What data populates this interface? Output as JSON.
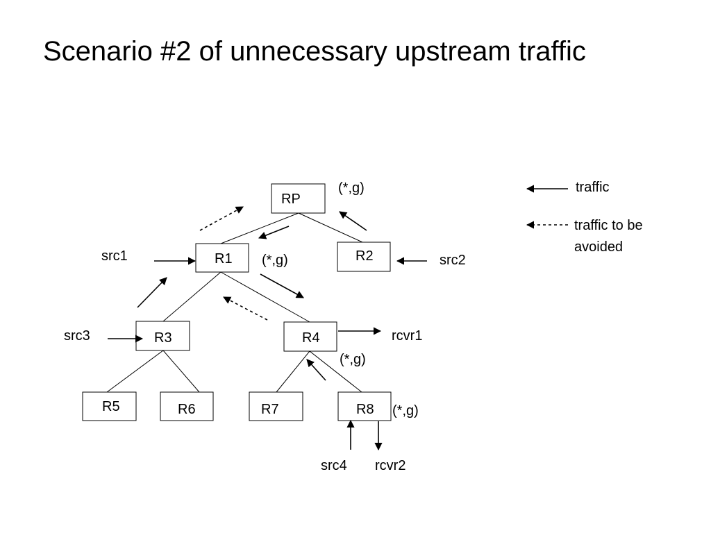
{
  "title": "Scenario #2 of unnecessary upstream traffic",
  "nodes": {
    "rp": "RP",
    "r1": "R1",
    "r2": "R2",
    "r3": "R3",
    "r4": "R4",
    "r5": "R5",
    "r6": "R6",
    "r7": "R7",
    "r8": "R8"
  },
  "labels": {
    "rp_state": "(*,g)",
    "r1_state": "(*,g)",
    "r4_state": "(*,g)",
    "r8_state": "(*,g)",
    "src1": "src1",
    "src2": "src2",
    "src3": "src3",
    "src4": "src4",
    "rcvr1": "rcvr1",
    "rcvr2": "rcvr2"
  },
  "legend": {
    "traffic": "traffic",
    "avoided_line1": "traffic to be",
    "avoided_line2": "avoided"
  }
}
